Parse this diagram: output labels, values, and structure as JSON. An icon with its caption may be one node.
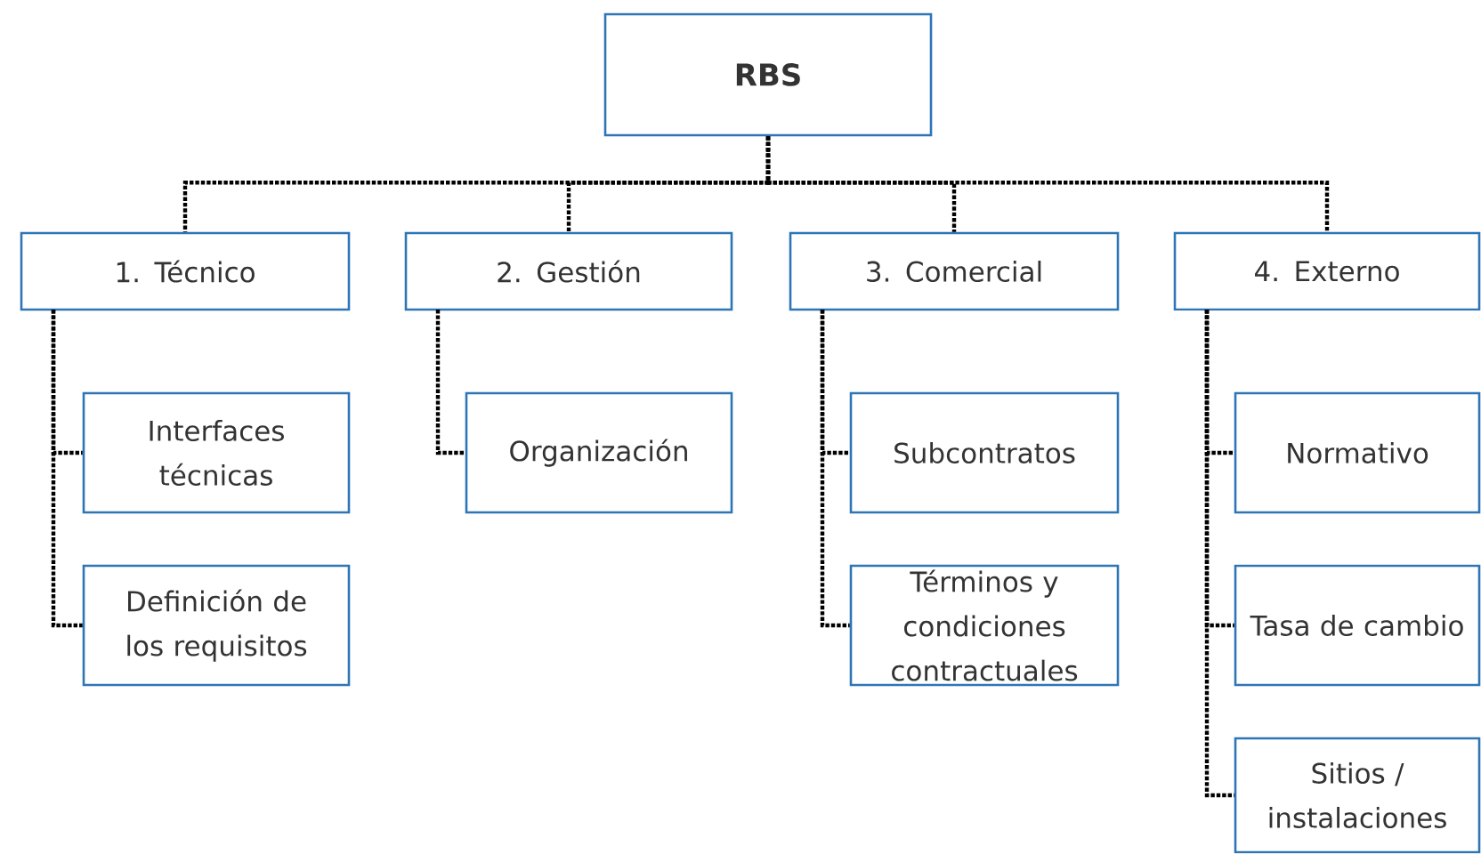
{
  "diagram": {
    "nodes": [
      {
        "text": [
          "RBS"
        ]
      },
      {
        "text": [
          "1.   Técnico"
        ]
      },
      {
        "text": [
          "2. Gestión"
        ]
      },
      {
        "text": [
          "3. Comercial"
        ]
      },
      {
        "text": [
          "4. Externo"
        ]
      },
      {
        "text": [
          "Interfaces técnicas"
        ]
      },
      {
        "text": [
          "Definición de los requisitos"
        ]
      },
      {
        "text": [
          "Organización"
        ]
      },
      {
        "text": [
          "Subcontratos"
        ]
      },
      {
        "text": [
          "Términos y condiciones contractuales"
        ]
      },
      {
        "text": [
          "Normativo"
        ]
      },
      {
        "text": [
          "Tasa de cambio"
        ]
      },
      {
        "text": [
          "Sitios / instalaciones"
        ]
      }
    ],
    "edges": [
      {
        "from": 0,
        "to": 1,
        "arrow": "none",
        "style": "dashed"
      },
      {
        "from": 0,
        "to": 2,
        "arrow": "none",
        "style": "dashed"
      },
      {
        "from": 0,
        "to": 3,
        "arrow": "none",
        "style": "dashed"
      },
      {
        "from": 0,
        "to": 4,
        "arrow": "none",
        "style": "dashed"
      },
      {
        "from": 1,
        "to": 5,
        "arrow": "none",
        "style": "dashed"
      },
      {
        "from": 1,
        "to": 6,
        "arrow": "none",
        "style": "dashed"
      },
      {
        "from": 2,
        "to": 7,
        "arrow": "none",
        "style": "dashed"
      },
      {
        "from": 3,
        "to": 8,
        "arrow": "none",
        "style": "dashed"
      },
      {
        "from": 3,
        "to": 9,
        "arrow": "none",
        "style": "dashed"
      },
      {
        "from": 4,
        "to": 10,
        "arrow": "none",
        "style": "dashed"
      },
      {
        "from": 4,
        "to": 11,
        "arrow": "none",
        "style": "dashed"
      },
      {
        "from": 4,
        "to": 12,
        "arrow": "none",
        "style": "dashed"
      }
    ]
  }
}
